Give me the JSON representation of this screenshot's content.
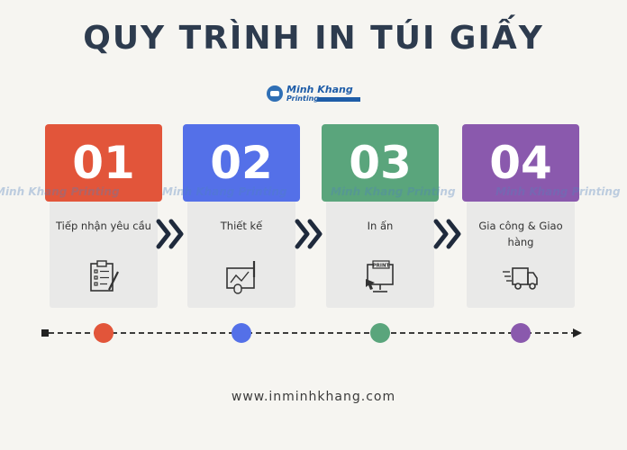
{
  "title": "QUY TRÌNH IN TÚI GIẤY",
  "logo": {
    "name": "Minh Khang",
    "sub": "Printing"
  },
  "watermark": "Minh Khang Printing",
  "steps": [
    {
      "number": "01",
      "label": "Tiếp nhận yêu cầu",
      "color": "#e2553a",
      "icon": "clipboard-checklist-icon"
    },
    {
      "number": "02",
      "label": "Thiết kế",
      "color": "#5470e8",
      "icon": "design-drawing-icon"
    },
    {
      "number": "03",
      "label": "In ấn",
      "color": "#5aa57c",
      "icon": "print-monitor-icon"
    },
    {
      "number": "04",
      "label": "Gia công & Giao hàng",
      "color": "#8a59ad",
      "icon": "delivery-truck-icon"
    }
  ],
  "footer": "www.inminhkhang.com"
}
